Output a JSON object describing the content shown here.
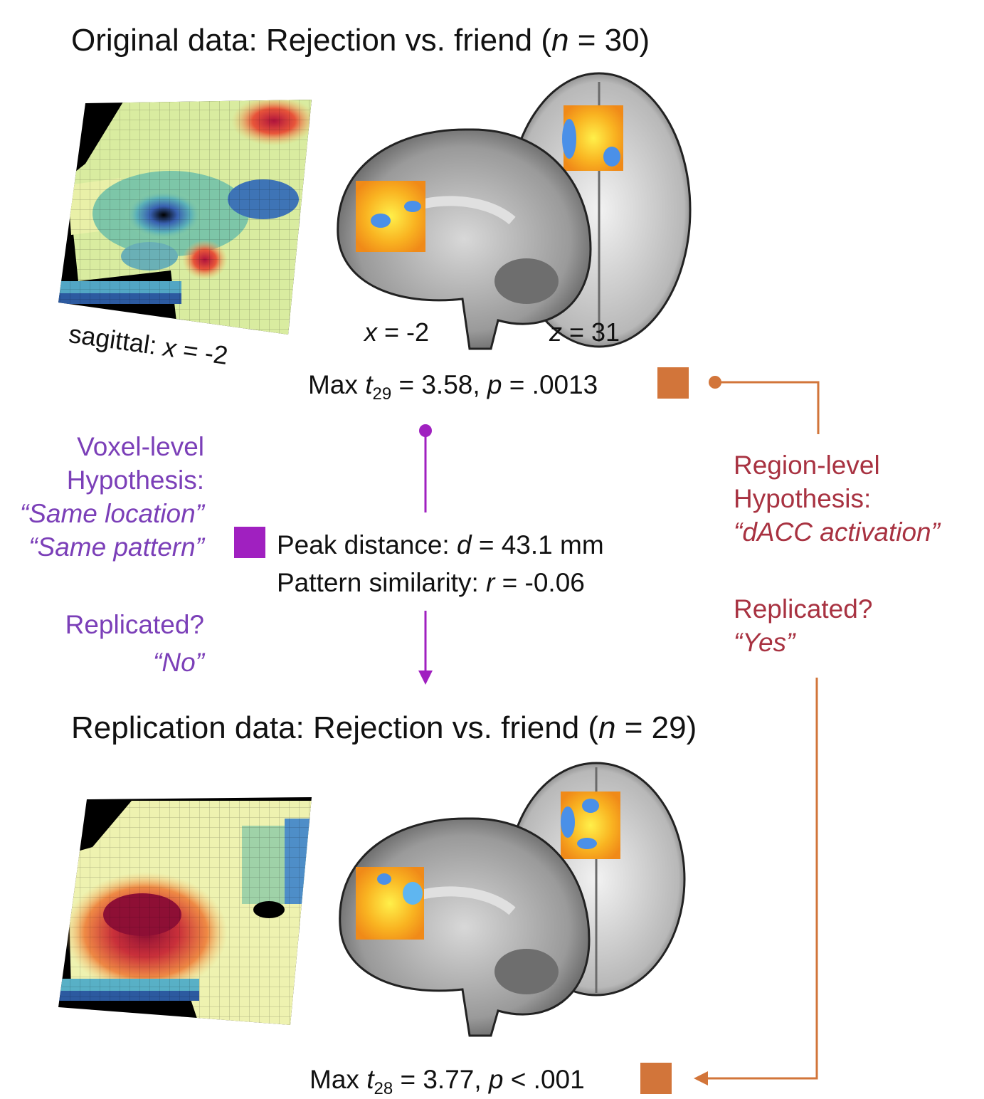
{
  "original": {
    "title_prefix": "Original data: Rejection vs. friend (",
    "title_n": "n",
    "title_suffix": " = 30)",
    "sagittal_label_prefix": "sagittal: ",
    "sagittal_label_var": "x",
    "sagittal_label_val": " = -2",
    "x_label_var": "x",
    "x_label_val": " = -2",
    "z_label_var": "z",
    "z_label_val": " = 31",
    "max_prefix": "Max ",
    "max_t": "t",
    "max_df": "29",
    "max_mid": " = 3.58, ",
    "max_p": "p",
    "max_suffix": " = .0013"
  },
  "voxel": {
    "line1": "Voxel-level",
    "line2": "Hypothesis:",
    "line3": "“Same location”",
    "line4": "“Same pattern”",
    "replicated": "Replicated?",
    "answer": "“No”"
  },
  "center": {
    "peak_prefix": "Peak distance:  ",
    "peak_var": "d",
    "peak_value": " = 43.1 mm",
    "pattern_prefix": "Pattern similarity:  ",
    "pattern_var": "r",
    "pattern_value": " = -0.06"
  },
  "region": {
    "line1": "Region-level",
    "line2": "Hypothesis:",
    "line3": "“dACC activation”",
    "replicated": "Replicated?",
    "answer": "“Yes”"
  },
  "replication": {
    "title_prefix": "Replication data: Rejection vs. friend (",
    "title_n": "n",
    "title_suffix": " = 29)",
    "max_prefix": "Max ",
    "max_t": "t",
    "max_df": "28",
    "max_mid": " = 3.77, ",
    "max_p": "p",
    "max_suffix": " < .001"
  },
  "colors": {
    "orange": "#d2753a",
    "purple": "#a020c0",
    "voxel_text": "#7b3fb8",
    "region_text": "#a83241"
  }
}
